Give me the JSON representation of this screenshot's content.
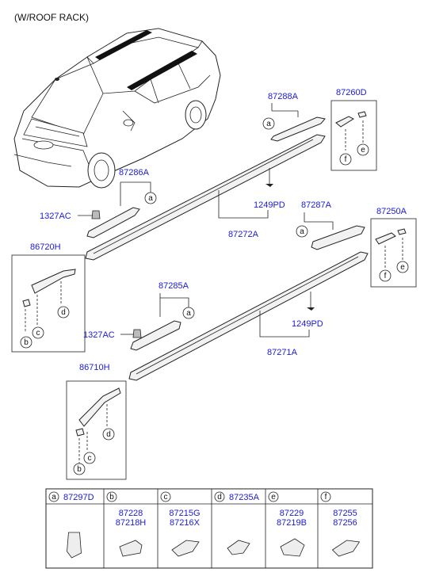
{
  "title": "(W/ROOF RACK)",
  "parts": {
    "p87288A": "87288A",
    "p87260D": "87260D",
    "p87286A": "87286A",
    "p1327AC_top": "1327AC",
    "p1249PD_top": "1249PD",
    "p87287A": "87287A",
    "p87250A": "87250A",
    "p87272A": "87272A",
    "p86720H": "86720H",
    "p87285A": "87285A",
    "p1327AC_bottom": "1327AC",
    "p1249PD_bottom": "1249PD",
    "p87271A": "87271A",
    "p86710H": "86710H"
  },
  "callouts": {
    "a": "a",
    "b": "b",
    "c": "c",
    "d": "d",
    "e": "e",
    "f": "f"
  },
  "legend": [
    {
      "letter": "a",
      "parts": [
        "87297D"
      ]
    },
    {
      "letter": "b",
      "parts": [
        "87228",
        "87218H"
      ]
    },
    {
      "letter": "c",
      "parts": [
        "87215G",
        "87216X"
      ]
    },
    {
      "letter": "d",
      "parts": [
        "87235A"
      ]
    },
    {
      "letter": "e",
      "parts": [
        "87229",
        "87219B"
      ]
    },
    {
      "letter": "f",
      "parts": [
        "87255",
        "87256"
      ]
    }
  ]
}
